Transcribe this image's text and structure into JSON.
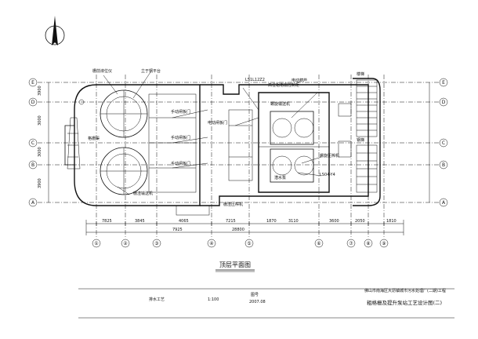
{
  "drawing": {
    "plan_title": "顶层平面图",
    "sheet_title": "粗格栅及提升泵站工艺设计图(二)",
    "project": "佛山市南海区大沥镇城市污水处理厂(二期)工程",
    "discipline": "排水工艺",
    "scale": "1:100",
    "date": "2007.08",
    "sheet_no_label": "图号"
  },
  "axes": {
    "columns": [
      "①",
      "②",
      "③",
      "④",
      "⑤",
      "⑥",
      "⑦",
      "⑧",
      "⑨"
    ],
    "rows": [
      "A",
      "B",
      "C",
      "D",
      "E"
    ]
  },
  "dimensions": {
    "segments": [
      "7825",
      "3845",
      "4065",
      "7215",
      "1870",
      "3110",
      "3600",
      "2050",
      "1810"
    ],
    "overall_left": "7925",
    "overall": "28800",
    "height_labels": [
      "3900",
      "3000",
      "3000",
      "3900"
    ]
  },
  "annotations": {
    "top_1": "栅前液位仪",
    "top_2": "立于钢平台",
    "top_3": "LS1L12Z2",
    "top_4": "高位粗格栅控制柜",
    "top_5": "电动葫芦",
    "mid_1": "手动闸板门",
    "mid_2": "手动闸板门",
    "mid_3": "电动闸板门",
    "mid_4": "手动闸板门",
    "right_1": "螺旋输送机",
    "right_2": "潜水泵",
    "right_3": "螺旋压榨机",
    "right_4": "LS04-Y4",
    "left_1": "格栅渠",
    "left_2": "钢梯",
    "bottom_1": "栅渣输送机",
    "bottom_2": "栅渣压榨机",
    "stair": "楼梯"
  }
}
